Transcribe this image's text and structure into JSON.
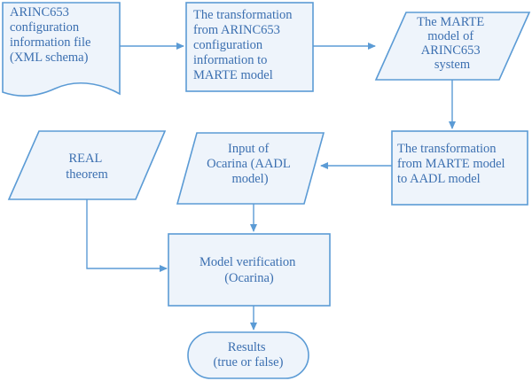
{
  "diagram": {
    "nodes": [
      {
        "id": "arinc-config-file",
        "shape": "document",
        "lines": [
          "ARINC653",
          "configuration",
          "information file",
          "(XML schema)"
        ]
      },
      {
        "id": "transform-arinc-to-marte",
        "shape": "process",
        "lines": [
          "The transformation",
          "from ARINC653",
          "configuration",
          "information to",
          "MARTE model"
        ]
      },
      {
        "id": "marte-model",
        "shape": "data",
        "lines": [
          "The MARTE",
          "model of",
          "ARINC653",
          "system"
        ]
      },
      {
        "id": "transform-marte-to-aadl",
        "shape": "process",
        "lines": [
          "The transformation",
          "from MARTE model",
          "to AADL model"
        ]
      },
      {
        "id": "ocarina-input",
        "shape": "data",
        "lines": [
          "Input of",
          "Ocarina (AADL",
          "model)"
        ]
      },
      {
        "id": "real-theorem",
        "shape": "data",
        "lines": [
          "REAL",
          "theorem"
        ]
      },
      {
        "id": "model-verification",
        "shape": "process",
        "lines": [
          "Model verification",
          "(Ocarina)"
        ]
      },
      {
        "id": "results",
        "shape": "terminal",
        "lines": [
          "Results",
          "(true or false)"
        ]
      }
    ],
    "edges": [
      {
        "from": "arinc-config-file",
        "to": "transform-arinc-to-marte"
      },
      {
        "from": "transform-arinc-to-marte",
        "to": "marte-model"
      },
      {
        "from": "marte-model",
        "to": "transform-marte-to-aadl"
      },
      {
        "from": "transform-marte-to-aadl",
        "to": "ocarina-input"
      },
      {
        "from": "ocarina-input",
        "to": "model-verification"
      },
      {
        "from": "real-theorem",
        "to": "model-verification"
      },
      {
        "from": "model-verification",
        "to": "results"
      }
    ],
    "colors": {
      "stroke": "#5b9bd5",
      "fill": "#eef4fb",
      "text": "#3b6fb0"
    }
  }
}
